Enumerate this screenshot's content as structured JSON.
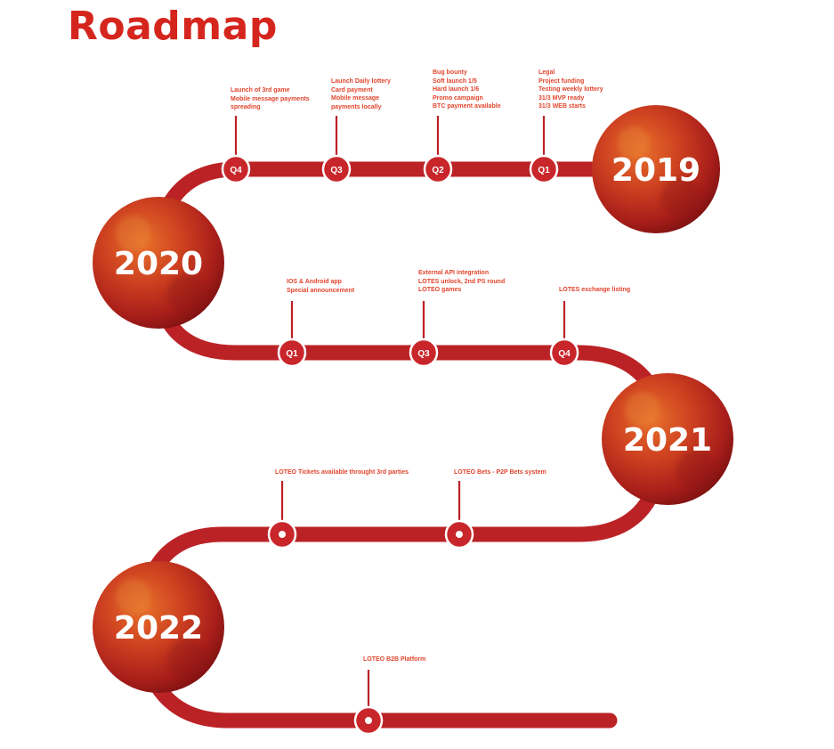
{
  "title": "Roadmap",
  "colors": {
    "road": "#bb2226",
    "accent": "#d5261e",
    "text": "#e0452e"
  },
  "years": [
    "2019",
    "2020",
    "2021",
    "2022"
  ],
  "milestones": {
    "q4_2019": [
      "Launch of 3rd game",
      "Mobile message payments",
      "spreading"
    ],
    "q3_2019": [
      "Launch Daily lottery",
      "Card payment",
      "Mobile message",
      "payments locally"
    ],
    "q2_2019": [
      "Bug bounty",
      "Soft launch 1/5",
      "Hard launch 1/6",
      "Promo campaign",
      "BTC payment available"
    ],
    "q1_2019": [
      "Legal",
      "Project funding",
      "Testing weekly lottery",
      "31/3 MVP ready",
      "31/3 WEB starts"
    ],
    "q1_2020": [
      "IOS & Android app",
      "Special announcement"
    ],
    "q3_2020": [
      "External API integration",
      "LOTES unlock, 2nd PS round",
      "LOTEO games"
    ],
    "q4_2020": [
      "LOTES exchange listing"
    ],
    "a_2021": [
      "LOTEO Tickets available throught 3rd parties"
    ],
    "b_2021": [
      "LOTEO Bets - P2P Bets system"
    ],
    "a_2022": [
      "LOTEO B2B Platform"
    ]
  },
  "markers": {
    "q4_2019": "Q4",
    "q3_2019": "Q3",
    "q2_2019": "Q2",
    "q1_2019": "Q1",
    "q1_2020": "Q1",
    "q3_2020": "Q3",
    "q4_2020": "Q4"
  }
}
